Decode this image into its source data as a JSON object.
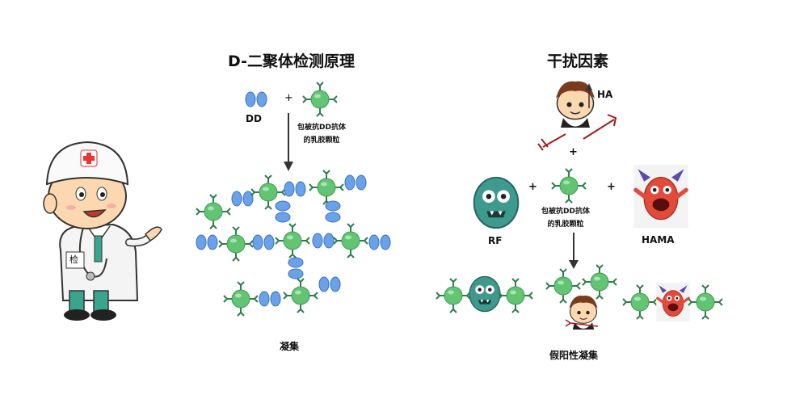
{
  "left": {
    "title": "D-二聚体检测原理",
    "dd_label": "DD",
    "plus": "+",
    "particle_label_1": "包被抗DD抗体",
    "particle_label_2": "的乳胶颗粒",
    "result_label": "凝集"
  },
  "right": {
    "title": "干扰因素",
    "ha_label": "HA",
    "rf_label": "RF",
    "hama_label": "HAMA",
    "plus": "+",
    "particle_label_1": "包被抗DD抗体",
    "particle_label_2": "的乳胶颗粒",
    "result_label": "假阳性凝集"
  },
  "doctor": {
    "badge_text": "检"
  },
  "colors": {
    "particle_green": "#5fbf6e",
    "dimer_blue": "#5a90e0",
    "antibody_green": "#2e7d4f",
    "rf_teal": "#3e9a8e",
    "hama_red": "#e24a3a"
  }
}
